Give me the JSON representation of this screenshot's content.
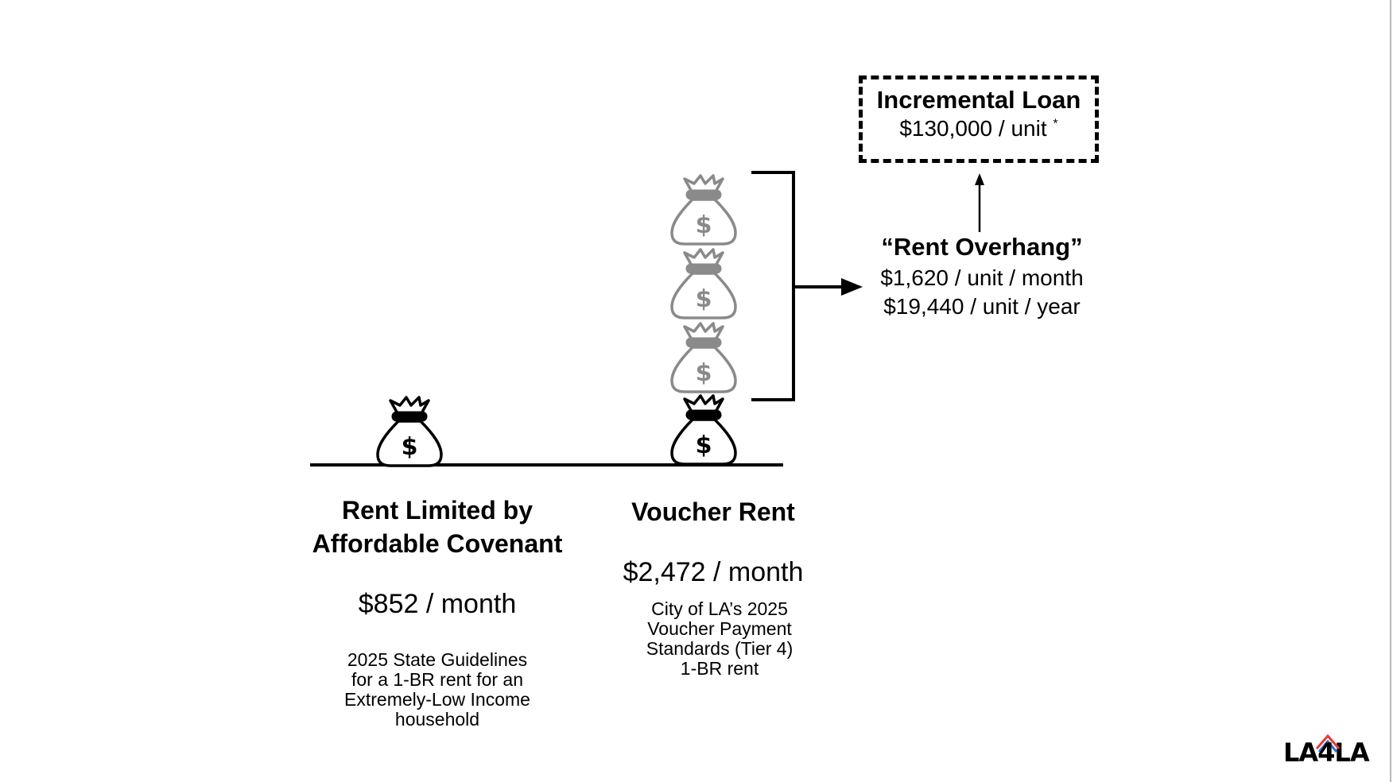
{
  "loan": {
    "title": "Incremental Loan",
    "value": "$130,000 / unit",
    "footnote": "*"
  },
  "overhang": {
    "title": "“Rent Overhang”",
    "monthly": "$1,620 / unit / month",
    "yearly": "$19,440 / unit / year"
  },
  "left": {
    "title_line1": "Rent Limited by",
    "title_line2": "Affordable Covenant",
    "amount": "$852 / month",
    "note_lines": [
      "2025 State Guidelines",
      "for a 1-BR rent for an",
      "Extremely-Low Income",
      "household"
    ]
  },
  "right": {
    "title": "Voucher Rent",
    "amount": "$2,472 / month",
    "note_lines": [
      "City of LA’s 2025",
      "Voucher Payment",
      "Standards (Tier 4)",
      "1-BR rent"
    ]
  },
  "bags": {
    "left_count": 1,
    "voucher_total": 4,
    "voucher_overhang": 3,
    "symbol": "$",
    "icon": "money-bag-icon"
  },
  "colors": {
    "solid": "#000000",
    "overhang": "#8a8a8a",
    "logo_red": "#e63c2e",
    "logo_yellow": "#f2b705",
    "logo_green": "#3aa655",
    "logo_blue": "#2f6fd6"
  },
  "logo": {
    "left": "LA",
    "middle": "4",
    "right": "LA"
  }
}
